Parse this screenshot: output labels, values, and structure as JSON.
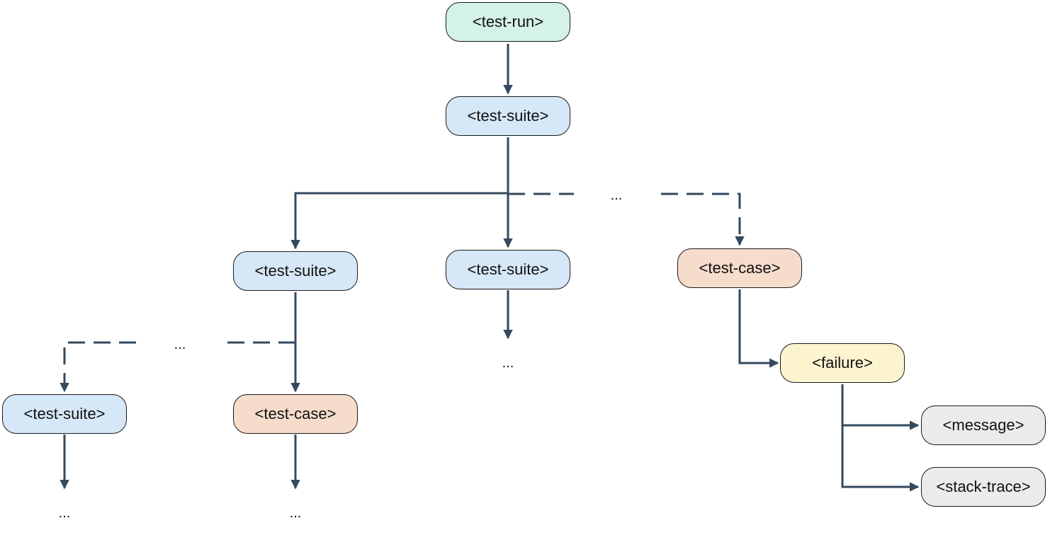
{
  "colors": {
    "edge": "#34495e",
    "run": "#d4f1ea",
    "suite": "#d6e8f7",
    "case": "#f6dccb",
    "failure": "#fcf4cf",
    "detail": "#ebebeb",
    "border": "#1a1a1a"
  },
  "nodes": {
    "test_run": {
      "label": "<test-run>",
      "kind": "run"
    },
    "test_suite_root": {
      "label": "<test-suite>",
      "kind": "suite"
    },
    "test_suite_left": {
      "label": "<test-suite>",
      "kind": "suite"
    },
    "test_suite_middle": {
      "label": "<test-suite>",
      "kind": "suite"
    },
    "test_case_right": {
      "label": "<test-case>",
      "kind": "case"
    },
    "failure": {
      "label": "<failure>",
      "kind": "failure"
    },
    "test_suite_bottom": {
      "label": "<test-suite>",
      "kind": "suite"
    },
    "test_case_bottom": {
      "label": "<test-case>",
      "kind": "case"
    },
    "message": {
      "label": "<message>",
      "kind": "detail"
    },
    "stack_trace": {
      "label": "<stack-trace>",
      "kind": "detail"
    }
  },
  "ellipses": {
    "top_branch": "...",
    "left_branch": "...",
    "middle_suite_children": "...",
    "bottom_suite_children": "...",
    "bottom_case_children": "..."
  }
}
